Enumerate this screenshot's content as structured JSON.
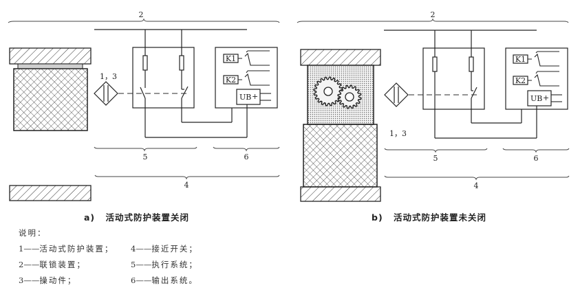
{
  "figure_a": {
    "caption_prefix": "a)",
    "caption": "活动式防护装置关闭",
    "label_sensor": "1，3",
    "label_top_brace": "2",
    "label_brace_5": "5",
    "label_brace_6": "6",
    "label_brace_4": "4",
    "relay_k1": "K1",
    "relay_k2": "K2",
    "supply": "UB",
    "supply_sign": "+"
  },
  "figure_b": {
    "caption_prefix": "b)",
    "caption": "活动式防护装置未关闭",
    "label_sensor": "1，3",
    "label_top_brace": "2",
    "label_brace_5": "5",
    "label_brace_6": "6",
    "label_brace_4": "4",
    "relay_k1": "K1",
    "relay_k2": "K2",
    "supply": "UB",
    "supply_sign": "+"
  },
  "legend": {
    "title": "说明：",
    "items": [
      {
        "num": "1",
        "dash": "——",
        "text": "活动式防护装置；"
      },
      {
        "num": "2",
        "dash": "——",
        "text": "联锁装置；"
      },
      {
        "num": "3",
        "dash": "——",
        "text": "操动件；"
      },
      {
        "num": "4",
        "dash": "——",
        "text": "接近开关；"
      },
      {
        "num": "5",
        "dash": "——",
        "text": "执行系统；"
      },
      {
        "num": "6",
        "dash": "——",
        "text": "输出系统。"
      }
    ]
  }
}
